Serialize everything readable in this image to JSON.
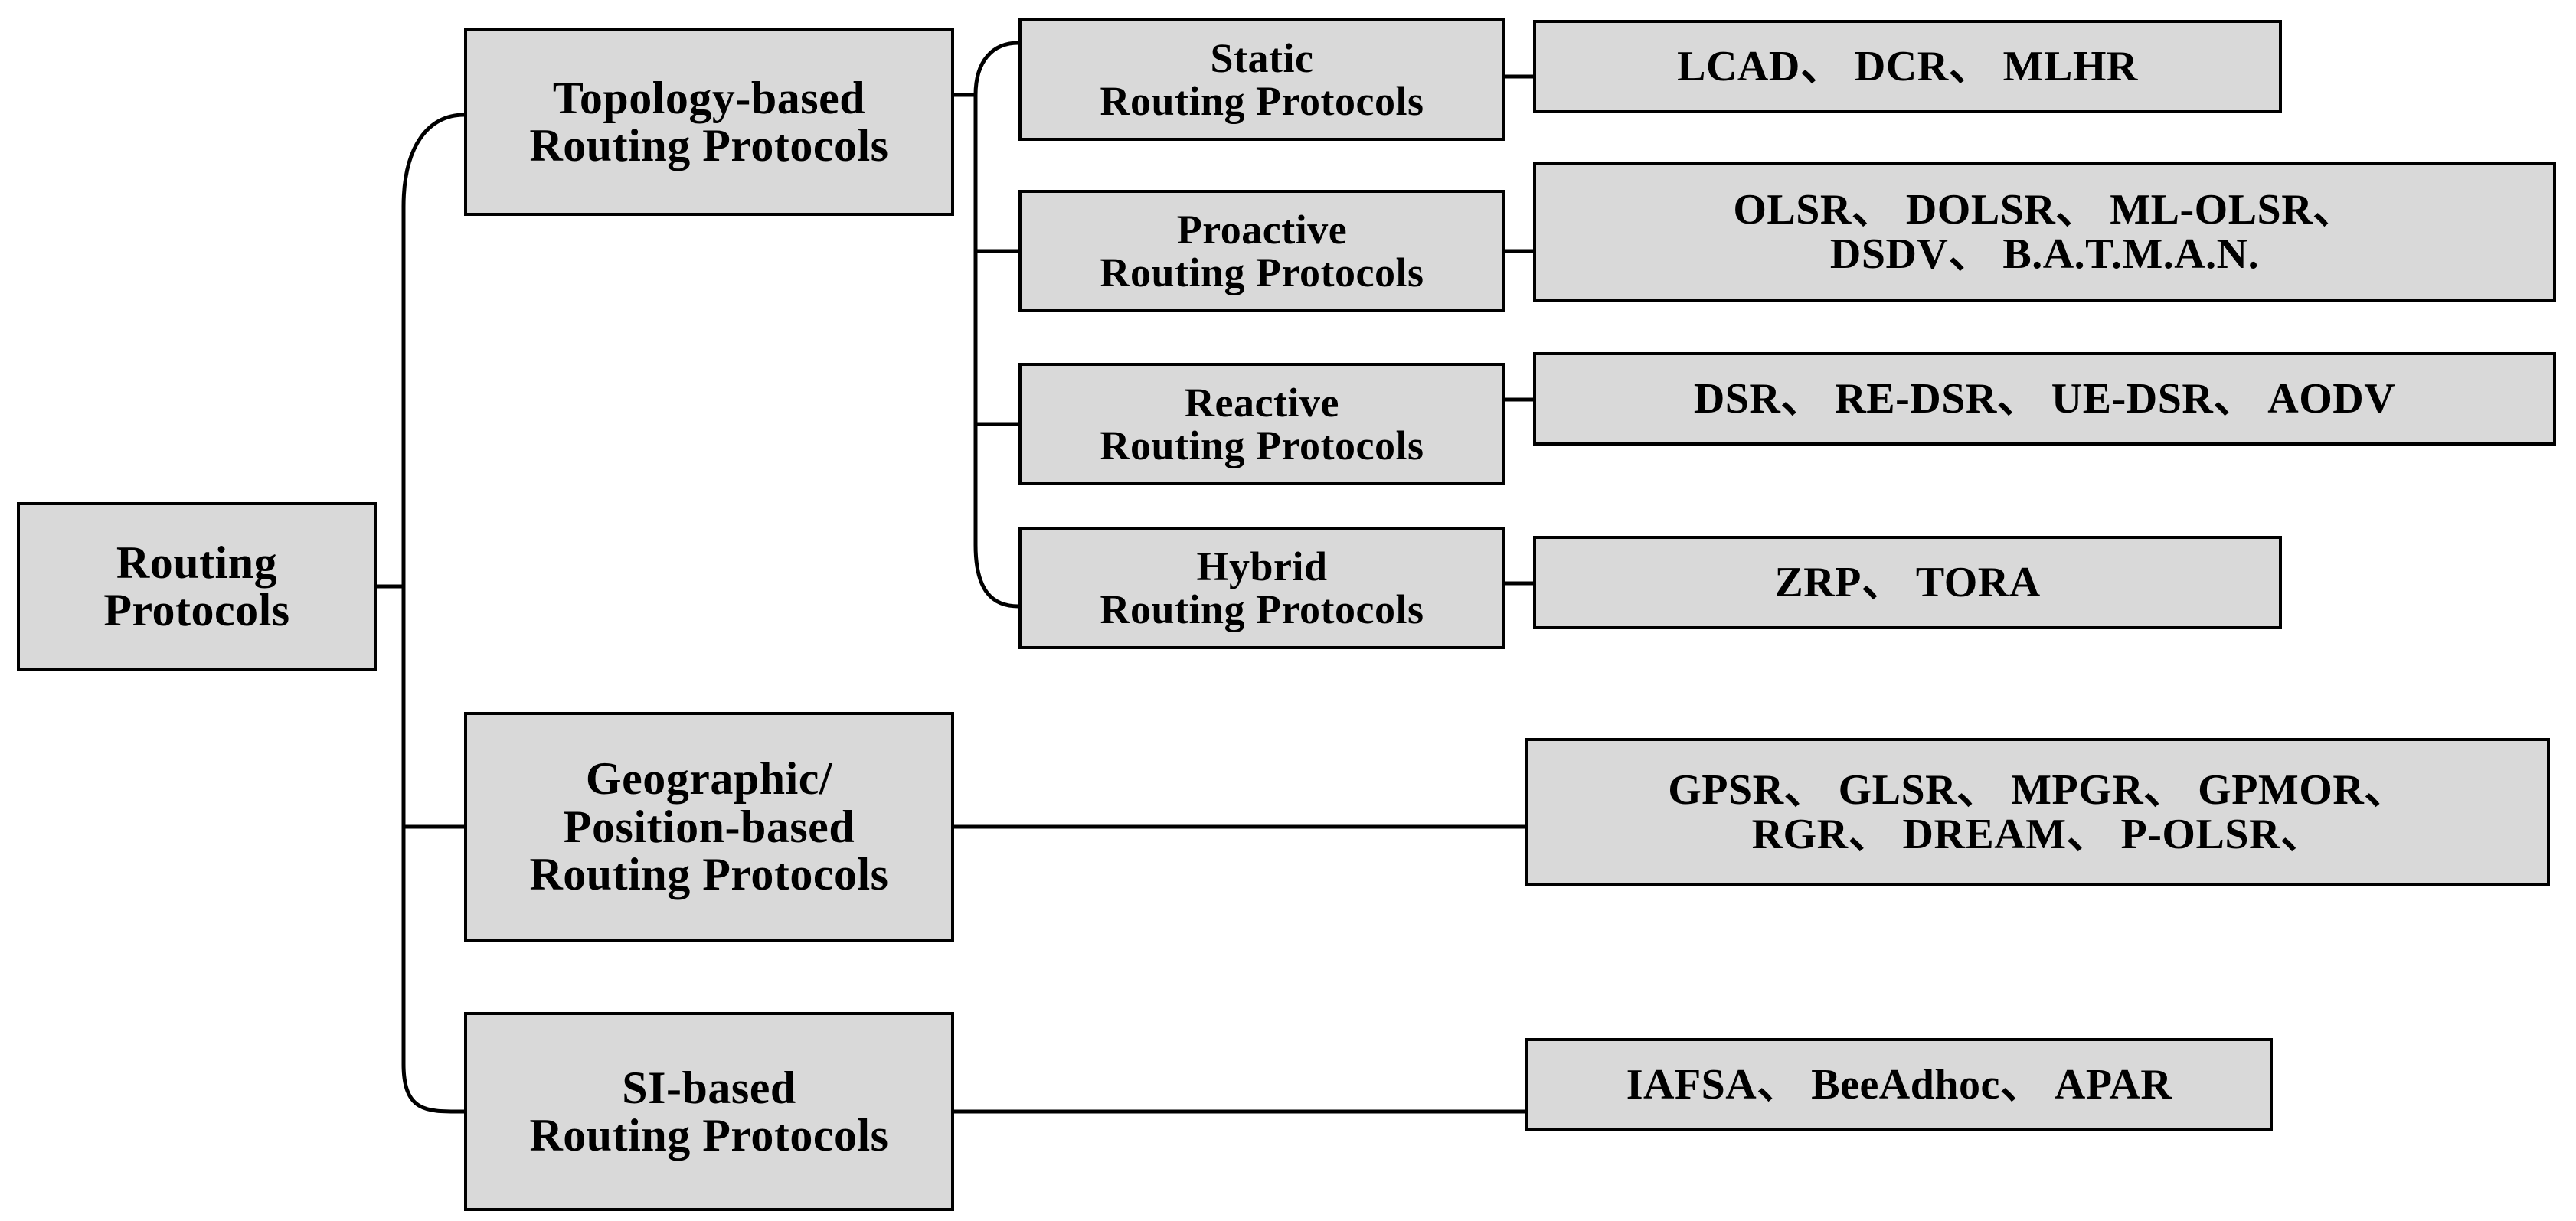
{
  "diagram": {
    "title": "Routing Protocols classification tree",
    "type": "tree",
    "colors": {
      "node_fill": "#d9d9d9",
      "node_border": "#000000",
      "connector": "#000000",
      "background": "#ffffff",
      "text": "#000000"
    },
    "root": {
      "label": "Routing\nProtocols"
    },
    "branches": [
      {
        "id": "topology",
        "label": "Topology-based\nRouting Protocols",
        "children": [
          {
            "id": "static",
            "label": "Static\nRouting Protocols",
            "protocols_text": "LCAD、 DCR、 MLHR",
            "protocols": [
              "LCAD",
              "DCR",
              "MLHR"
            ]
          },
          {
            "id": "proactive",
            "label": "Proactive\nRouting Protocols",
            "protocols_text": "OLSR、 DOLSR、 ML-OLSR、\nDSDV、 B.A.T.M.A.N.",
            "protocols": [
              "OLSR",
              "DOLSR",
              "ML-OLSR",
              "DSDV",
              "B.A.T.M.A.N."
            ]
          },
          {
            "id": "reactive",
            "label": "Reactive\nRouting Protocols",
            "protocols_text": "DSR、 RE-DSR、 UE-DSR、 AODV",
            "protocols": [
              "DSR",
              "RE-DSR",
              "UE-DSR",
              "AODV"
            ]
          },
          {
            "id": "hybrid",
            "label": "Hybrid\nRouting Protocols",
            "protocols_text": "ZRP、 TORA",
            "protocols": [
              "ZRP",
              "TORA"
            ]
          }
        ]
      },
      {
        "id": "geographic",
        "label": "Geographic/\nPosition-based\nRouting Protocols",
        "protocols_text": "GPSR、 GLSR、 MPGR、 GPMOR、\nRGR、 DREAM、 P-OLSR、",
        "protocols": [
          "GPSR",
          "GLSR",
          "MPGR",
          "GPMOR",
          "RGR",
          "DREAM",
          "P-OLSR"
        ]
      },
      {
        "id": "si",
        "label": "SI-based\nRouting Protocols",
        "protocols_text": "IAFSA、 BeeAdhoc、 APAR",
        "protocols": [
          "IAFSA",
          "BeeAdhoc",
          "APAR"
        ]
      }
    ]
  }
}
